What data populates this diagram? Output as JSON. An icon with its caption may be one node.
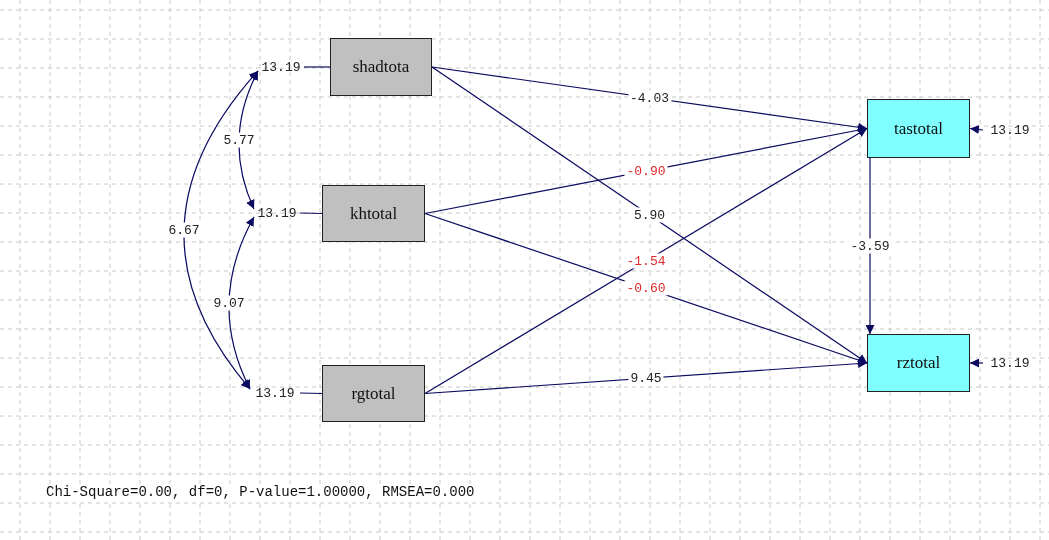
{
  "diagram": {
    "nodes": [
      {
        "text": [
          "shadtota"
        ]
      },
      {
        "text": [
          "khtotal"
        ]
      },
      {
        "text": [
          "rgtotal"
        ]
      },
      {
        "text": [
          "tastotal"
        ]
      },
      {
        "text": [
          "rztotal"
        ]
      },
      {
        "text": [
          "13.19"
        ]
      },
      {
        "text": [
          "13.19"
        ]
      },
      {
        "text": [
          "13.19"
        ]
      },
      {
        "text": [
          "13.19"
        ]
      },
      {
        "text": [
          "13.19"
        ]
      }
    ],
    "edges": [
      {
        "from": 5,
        "to": 0,
        "arrow": "none"
      },
      {
        "from": 6,
        "to": 1,
        "arrow": "none"
      },
      {
        "from": 7,
        "to": 2,
        "arrow": "none"
      },
      {
        "from": 5,
        "to": 6,
        "arrow": "both",
        "label": "5.77"
      },
      {
        "from": 6,
        "to": 7,
        "arrow": "both",
        "label": "9.07"
      },
      {
        "from": 5,
        "to": 7,
        "arrow": "both",
        "label": "6.67"
      },
      {
        "from": 0,
        "to": 3,
        "arrow": "to",
        "label": "-4.03"
      },
      {
        "from": 0,
        "to": 4,
        "arrow": "to",
        "label": "5.90"
      },
      {
        "from": 1,
        "to": 3,
        "arrow": "to",
        "label": "-0.90"
      },
      {
        "from": 1,
        "to": 4,
        "arrow": "to",
        "label": "-0.60"
      },
      {
        "from": 2,
        "to": 3,
        "arrow": "to",
        "label": "-1.54"
      },
      {
        "from": 2,
        "to": 4,
        "arrow": "to",
        "label": "9.45"
      },
      {
        "from": 3,
        "to": 4,
        "arrow": "to",
        "label": "-3.59"
      },
      {
        "from": 8,
        "to": 3,
        "arrow": "to"
      },
      {
        "from": 9,
        "to": 4,
        "arrow": "to"
      }
    ],
    "labels": [
      "Chi-Square=0.00, df=0, P-value=1.00000, RMSEA=0.000"
    ]
  }
}
